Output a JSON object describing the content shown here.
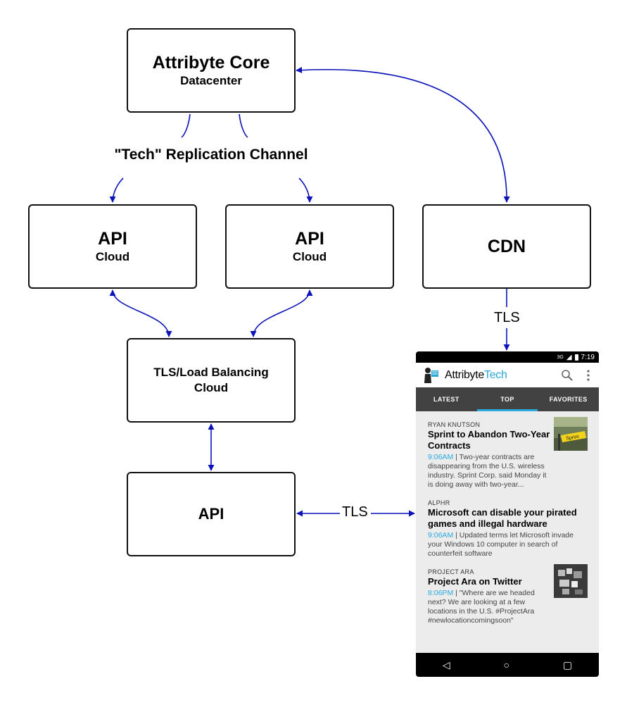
{
  "nodes": {
    "core": {
      "title": "Attribyte Core",
      "subtitle": "Datacenter"
    },
    "api_cloud_left": {
      "title": "API",
      "subtitle": "Cloud"
    },
    "api_cloud_right": {
      "title": "API",
      "subtitle": "Cloud"
    },
    "cdn": {
      "title": "CDN"
    },
    "load_balancer": {
      "line1": "TLS/Load Balancing",
      "line2": "Cloud"
    },
    "api": {
      "title": "API"
    }
  },
  "edge_labels": {
    "replication": "\"Tech\" Replication Channel",
    "cdn_to_phone": "TLS",
    "api_to_phone": "TLS"
  },
  "colors": {
    "arrow": "#0a12b8",
    "tab_accent": "#29a9e0",
    "tab_bar": "#424242"
  },
  "phone": {
    "status": {
      "signal": "3G",
      "time": "7:19"
    },
    "app": {
      "brand_a": "Attribyte",
      "brand_b": "Tech"
    },
    "icons": [
      "search-icon",
      "overflow-menu-icon"
    ],
    "tabs": [
      {
        "label": "LATEST",
        "active": false
      },
      {
        "label": "TOP",
        "active": true
      },
      {
        "label": "FAVORITES",
        "active": false
      }
    ],
    "articles": [
      {
        "kicker": "RYAN KNUTSON",
        "headline": "Sprint to Abandon Two-Year Contracts",
        "time": "9:06AM",
        "snippet": " | Two-year contracts are disappearing from the U.S. wireless industry. Sprint Corp. said Monday it is doing away with two-year..."
      },
      {
        "kicker": "ALPHR",
        "headline": "Microsoft can disable your pirated games and illegal hardware",
        "time": "9:06AM",
        "snippet": " | Updated terms let Microsoft invade your Windows 10 computer in search of counterfeit software"
      },
      {
        "kicker": "PROJECT ARA",
        "headline": "Project Ara on Twitter",
        "time": "8:06PM",
        "snippet": " | \"Where are we headed next? We are looking at a few locations in the U.S. #ProjectAra #newlocationcomingsoon\""
      }
    ],
    "thumb_text": "Sprint",
    "nav": [
      "back-icon",
      "home-icon",
      "recents-icon"
    ]
  }
}
